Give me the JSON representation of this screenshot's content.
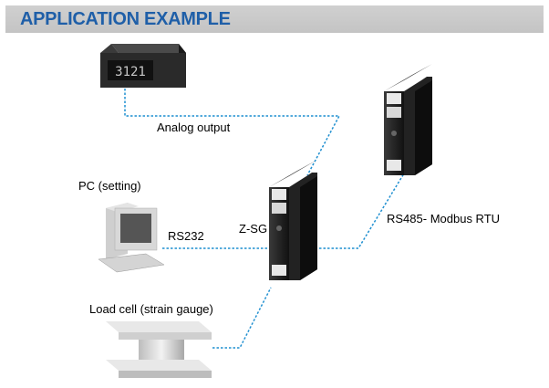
{
  "header": {
    "title": "APPLICATION EXAMPLE"
  },
  "labels": {
    "analog_output": "Analog output",
    "pc_setting": "PC (setting)",
    "rs232": "RS232",
    "zsg": "Z-SG",
    "rs485": "RS485- Modbus RTU",
    "load_cell": "Load cell (strain gauge)"
  },
  "display": {
    "reading": "3121"
  },
  "colors": {
    "title": "#1f5fa8",
    "link": "#1e8fd0",
    "title_bar": "#c8c8c8"
  }
}
